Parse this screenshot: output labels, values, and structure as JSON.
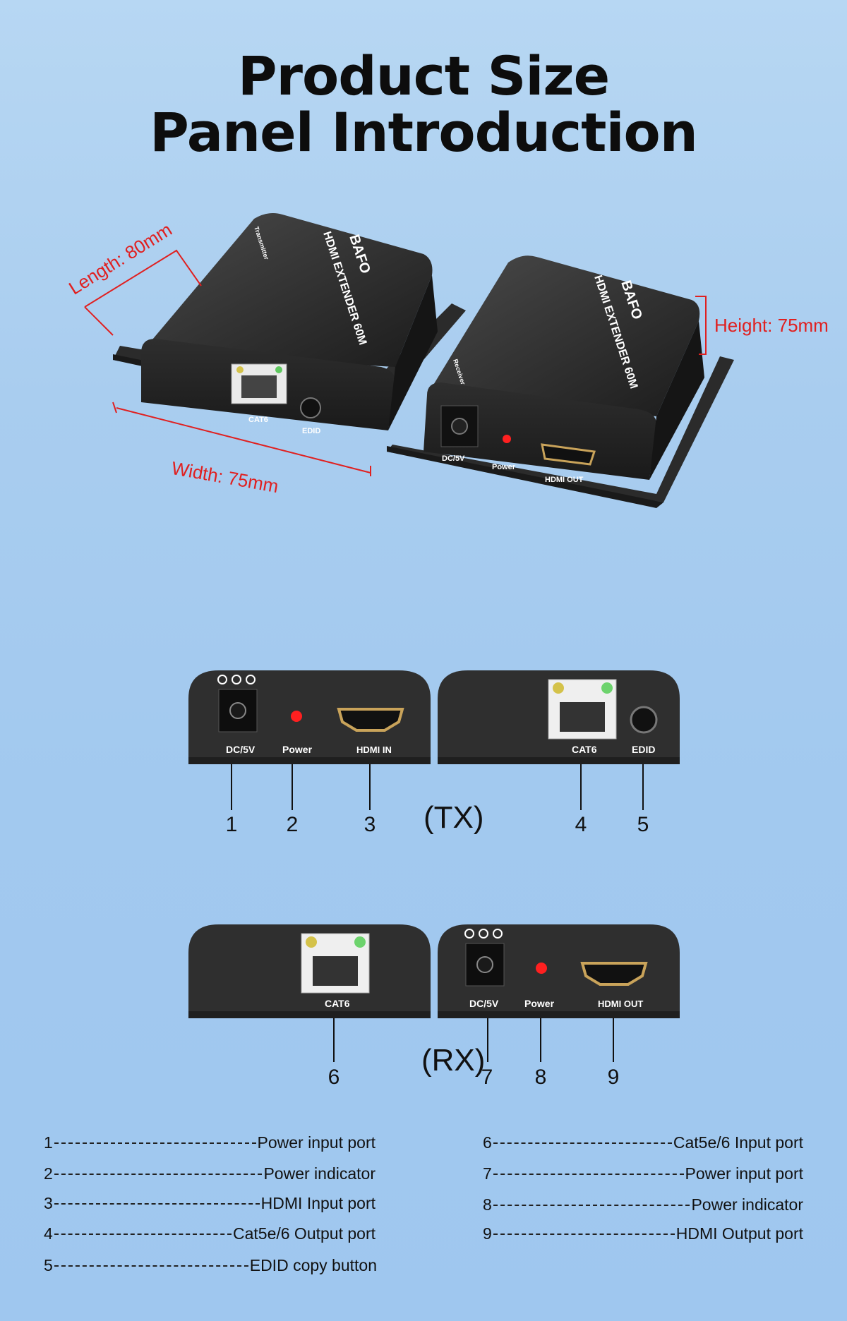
{
  "title": {
    "line1": "Product Size",
    "line2": "Panel Introduction"
  },
  "dimensions": {
    "length": "Length: 80mm",
    "width": "Width: 75mm",
    "height": "Height: 75mm"
  },
  "transmitter": {
    "brand": "BAFO",
    "model": "HDMI EXTENDER 60M",
    "type": "Transmitter",
    "port_cat6": "CAT6",
    "port_edid": "EDID"
  },
  "receiver": {
    "brand": "BAFO",
    "model": "HDMI EXTENDER 60M",
    "type": "Receiver",
    "port_dc": "DC/5V",
    "port_power": "Power",
    "port_hdmi_out": "HDMI OUT"
  },
  "tx_panel": {
    "tag": "(TX)",
    "dc": "DC/5V",
    "power": "Power",
    "hdmi": "HDMI IN",
    "cat6": "CAT6",
    "edid": "EDID",
    "numbers": [
      "1",
      "2",
      "3",
      "4",
      "5"
    ]
  },
  "rx_panel": {
    "tag": "(RX)",
    "cat6": "CAT6",
    "dc": "DC/5V",
    "power": "Power",
    "hdmi": "HDMI OUT",
    "numbers": [
      "6",
      "7",
      "8",
      "9"
    ]
  },
  "legend": {
    "left": [
      {
        "num": "1",
        "label": "Power input port"
      },
      {
        "num": "2",
        "label": "Power indicator"
      },
      {
        "num": "3",
        "label": "HDMI Input port"
      },
      {
        "num": "4",
        "label": "Cat5e/6 Output port"
      },
      {
        "num": "5",
        "label": "EDID copy button"
      }
    ],
    "right": [
      {
        "num": "6",
        "label": "Cat5e/6 Input port"
      },
      {
        "num": "7",
        "label": "Power input port"
      },
      {
        "num": "8",
        "label": "Power indicator"
      },
      {
        "num": "9",
        "label": "HDMI Output port"
      }
    ]
  },
  "colors": {
    "dimension": "#e02020",
    "device": "#2a2a2a",
    "led": "#ff2020"
  }
}
